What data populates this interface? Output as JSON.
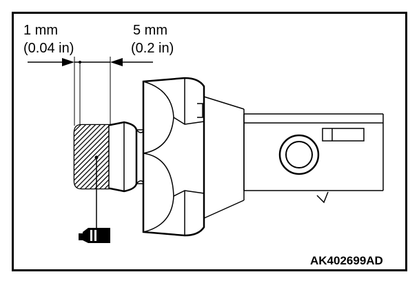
{
  "dimension_left": {
    "line1": "1 mm",
    "line2": "(0.04 in)"
  },
  "dimension_right": {
    "line1": "5 mm",
    "line2": "(0.2 in)"
  },
  "figure_code": "AK402699AD",
  "colors": {
    "ink": "#000000",
    "paper": "#ffffff"
  },
  "icons": {
    "applicator": "sealant-tube-icon"
  }
}
